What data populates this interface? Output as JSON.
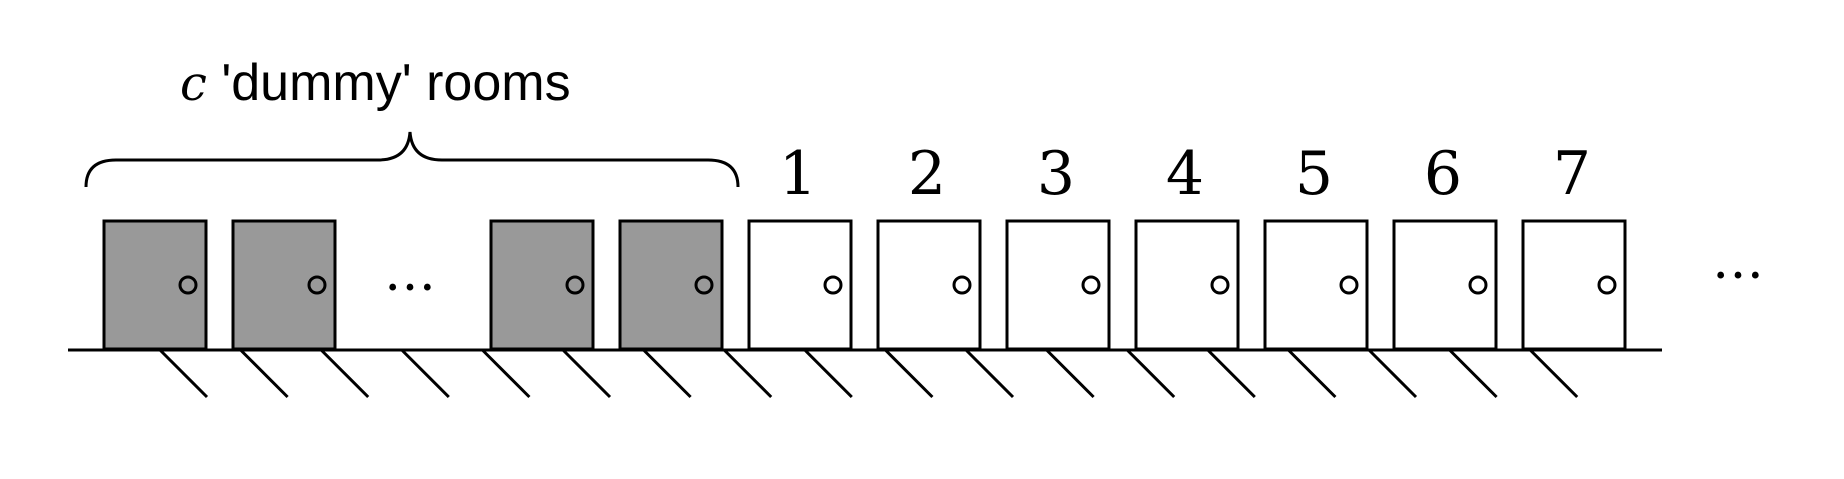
{
  "caption": {
    "variable": "c",
    "text": " 'dummy' rooms"
  },
  "ellipsis_between_dummy": "…",
  "ellipsis_end": "…",
  "colors": {
    "dummy_door_fill": "#999999",
    "room_door_fill": "#ffffff",
    "stroke": "#000000"
  },
  "dummy_rooms_shown": 4,
  "numbered_rooms": [
    "1",
    "2",
    "3",
    "4",
    "5",
    "6",
    "7"
  ]
}
